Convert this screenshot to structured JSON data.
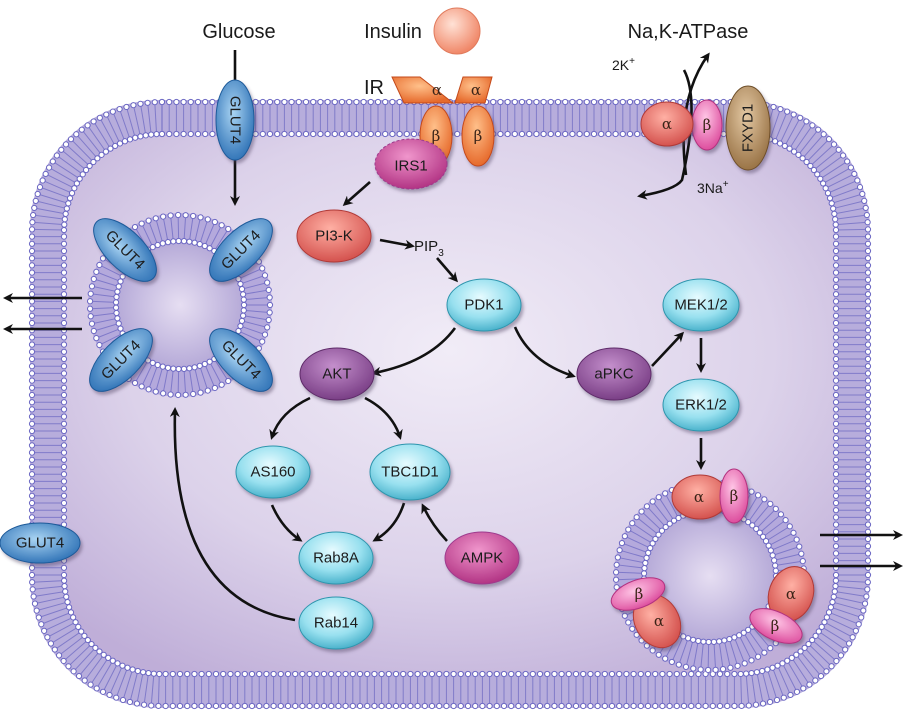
{
  "title_labels": {
    "glucose": "Glucose",
    "insulin": "Insulin",
    "ir": "IR",
    "na_k_atpase": "Na,K-ATPase",
    "k_ion": "2K",
    "k_sup": "+",
    "na_ion": "3Na",
    "na_sup": "+"
  },
  "greek": {
    "alpha": "α",
    "beta": "β"
  },
  "nodes": {
    "glut4": "GLUT4",
    "irs1": "IRS1",
    "pi3k": "PI3-K",
    "pip3": "PIP",
    "pip3_sub": "3",
    "pdk1": "PDK1",
    "akt": "AKT",
    "apkc": "aPKC",
    "mek": "MEK1/2",
    "erk": "ERK1/2",
    "as160": "AS160",
    "tbc1d1": "TBC1D1",
    "rab8a": "Rab8A",
    "ampk": "AMPK",
    "rab14": "Rab14",
    "fxyd1": "FXYD1"
  },
  "colors": {
    "cytoplasm": "#cdbfe0",
    "membrane": "#6a66c2",
    "cyan_node": "#8fdcec",
    "purple_node": "#8a4a94",
    "magenta_node": "#c2408f",
    "red_node": "#e0625e",
    "orange_ir": "#ef7a3c",
    "glut_blue": "#3f86c8",
    "fxyd_brown": "#a98459",
    "beta_pink": "#e45ea8",
    "insulin_ball": "#f59a80"
  }
}
